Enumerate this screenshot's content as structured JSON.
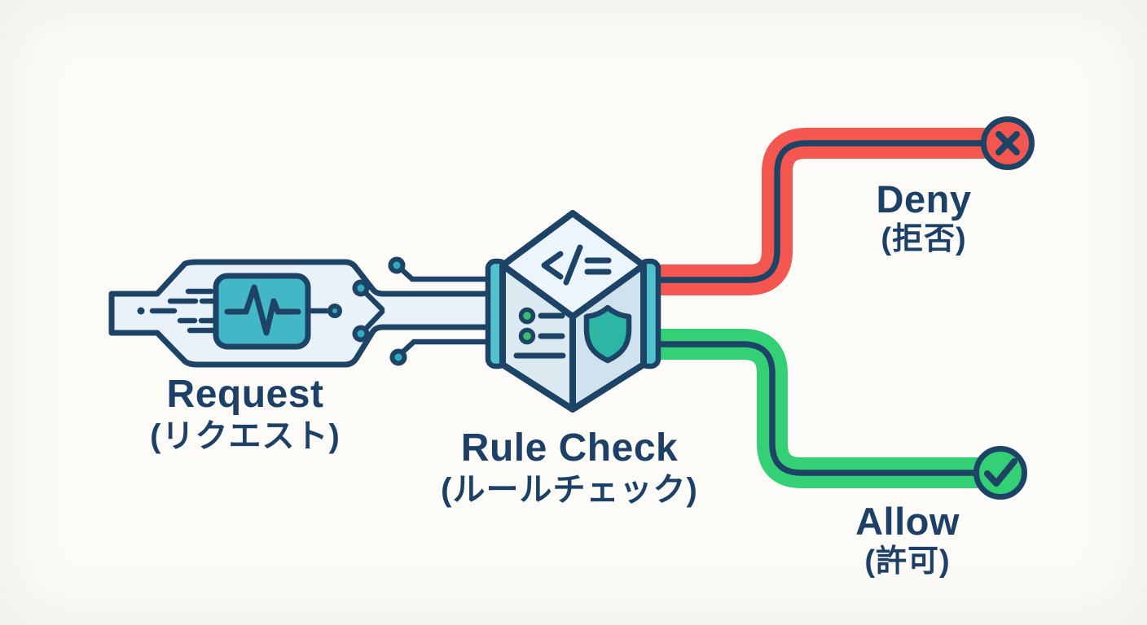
{
  "diagram_type": "flow-diagram",
  "nodes": {
    "request": {
      "label": "Request",
      "label_ja": "(リクエスト)"
    },
    "rule_check": {
      "label": "Rule Check",
      "label_ja": "(ルールチェック)"
    },
    "deny": {
      "label": "Deny",
      "label_ja": "(拒否)"
    },
    "allow": {
      "label": "Allow",
      "label_ja": "(許可)"
    }
  },
  "flow": [
    {
      "from": "request",
      "to": "rule_check"
    },
    {
      "from": "rule_check",
      "to": "deny",
      "result": "deny"
    },
    {
      "from": "rule_check",
      "to": "allow",
      "result": "allow"
    }
  ],
  "icons": [
    "pulse-monitor-icon",
    "circuit-trace-icon",
    "code-icon",
    "checklist-icon",
    "shield-icon",
    "x-icon",
    "check-icon"
  ],
  "colors": {
    "navy": "#1d4467",
    "text_navy": "#1d4066",
    "red": "#f4574f",
    "green": "#33d075",
    "teal_box": "#44b7c6",
    "teal_node": "#2fadbe",
    "teal_bar": "#4fc2ce",
    "shield_teal": "#2db6a3",
    "list_green": "#3cc06d",
    "light_blue": "#e9f2f8",
    "cube_left_face": "#dbe9f1",
    "cube_right_face": "#cfe2ee",
    "background": "#fcfbf8"
  }
}
